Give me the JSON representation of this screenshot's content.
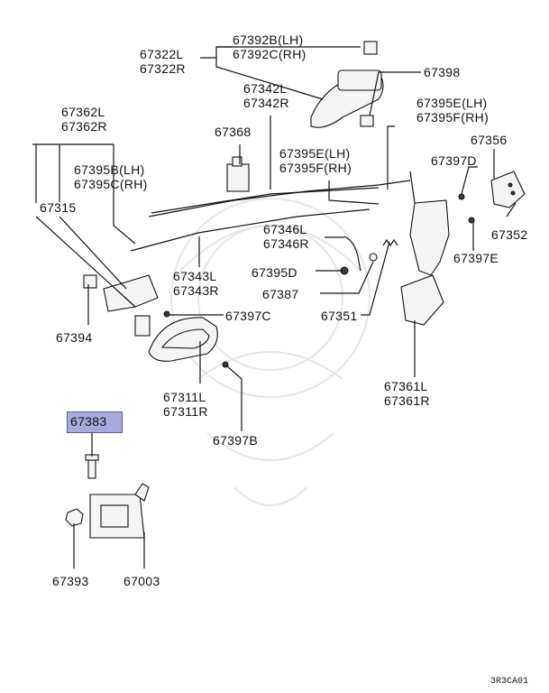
{
  "labels": {
    "p67392": [
      "67392B(LH)",
      "67392C(RH)"
    ],
    "p67322": [
      "67322L",
      "67322R"
    ],
    "p67398": "67398",
    "p67342": [
      "67342L",
      "67342R"
    ],
    "p67395ef_top": [
      "67395E(LH)",
      "67395F(RH)"
    ],
    "p67362": [
      "67362L",
      "67362R"
    ],
    "p67368": "67368",
    "p67356": "67356",
    "p67395ef_mid": [
      "67395E(LH)",
      "67395F(RH)"
    ],
    "p67397d": "67397D",
    "p67395bc": [
      "67395B(LH)",
      "67395C(RH)"
    ],
    "p67315": "67315",
    "p67352": "67352",
    "p67346": [
      "67346L",
      "67346R"
    ],
    "p67397e": "67397E",
    "p67343": [
      "67343L",
      "67343R"
    ],
    "p67395d": "67395D",
    "p67387": "67387",
    "p67397c": "67397C",
    "p67351": "67351",
    "p67394": "67394",
    "p67311": [
      "67311L",
      "67311R"
    ],
    "p67361": [
      "67361L",
      "67361R"
    ],
    "p67383": "67383",
    "p67397b": "67397B",
    "p67393": "67393",
    "p67003": "67003"
  },
  "highlighted_part": "67383",
  "diagram_code": "3R3CA01",
  "colors": {
    "highlight": "#a9a9dc",
    "line": "#111111"
  }
}
